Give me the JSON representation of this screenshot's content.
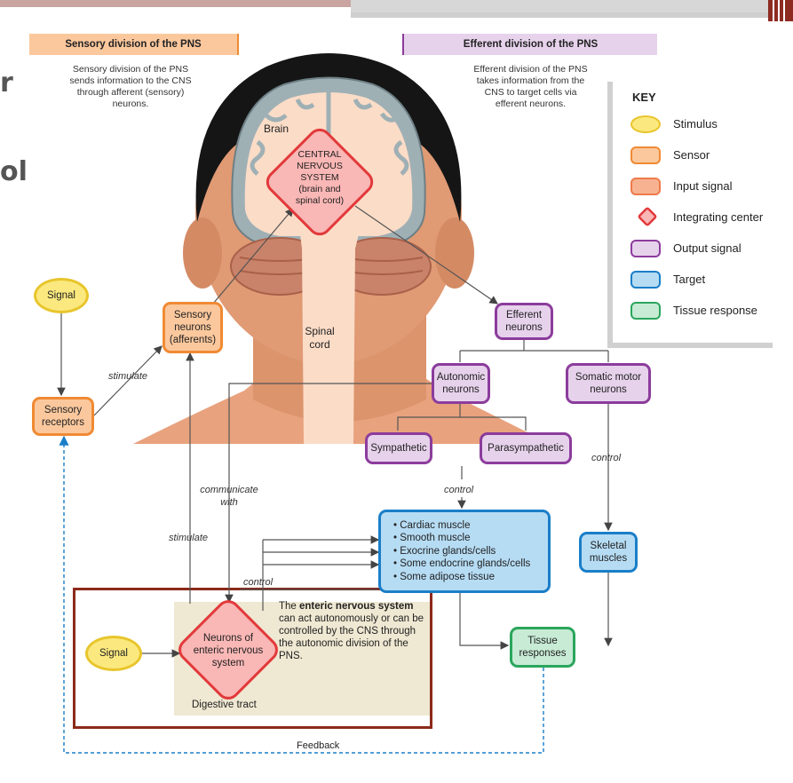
{
  "sensory_header": {
    "title": "Sensory division of the PNS",
    "desc": [
      "Sensory division of the PNS",
      "sends information to the CNS",
      "through afferent (sensory)",
      "neurons."
    ]
  },
  "efferent_header": {
    "title": "Efferent division of the PNS",
    "desc": [
      "Efferent division of the PNS",
      "takes information from the",
      "CNS to target cells via",
      "efferent neurons."
    ]
  },
  "side_text": [
    "r",
    "ol"
  ],
  "brain_label": "Brain",
  "spinal_cord_label": [
    "Spinal",
    "cord"
  ],
  "cns": [
    "CENTRAL",
    "NERVOUS",
    "SYSTEM",
    "(brain and",
    "spinal cord)"
  ],
  "nodes": {
    "signal_top": "Signal",
    "sensory_receptors": [
      "Sensory",
      "receptors"
    ],
    "sensory_neurons": [
      "Sensory",
      "neurons",
      "(afferents)"
    ],
    "efferent_neurons": [
      "Efferent",
      "neurons"
    ],
    "autonomic_neurons": [
      "Autonomic",
      "neurons"
    ],
    "somatic_motor_neurons": [
      "Somatic motor",
      "neurons"
    ],
    "sympathetic": "Sympathetic",
    "parasympathetic": "Parasympathetic",
    "targets": [
      "• Cardiac muscle",
      "• Smooth muscle",
      "• Exocrine glands/cells",
      "• Some endocrine glands/cells",
      "• Some adipose tissue"
    ],
    "skeletal_muscles": [
      "Skeletal",
      "muscles"
    ],
    "tissue_responses": [
      "Tissue",
      "responses"
    ],
    "signal_bottom": "Signal",
    "enteric_neurons": [
      "Neurons of",
      "enteric nervous",
      "system"
    ]
  },
  "edge_labels": {
    "stimulate_1": "stimulate",
    "stimulate_2": "stimulate",
    "communicate": [
      "communicate",
      "with"
    ],
    "control_center": "control",
    "control_right": "control",
    "control_enteric": "control",
    "feedback": "Feedback"
  },
  "enteric_text": {
    "pre": "The ",
    "bold": "enteric nervous system",
    "rest": " can act autonomously or can be controlled by the CNS through the autonomic division of the PNS."
  },
  "digestive_tract": "Digestive tract",
  "key": {
    "title": "KEY",
    "items": [
      "Stimulus",
      "Sensor",
      "Input signal",
      "Integrating center",
      "Output signal",
      "Target",
      "Tissue response"
    ]
  },
  "colors": {
    "orange_fill": "#fbc89d",
    "orange_border": "#f08a33",
    "yellow_fill": "#fbe97f",
    "yellow_border": "#e8c52c",
    "purple_fill": "#e7d2ec",
    "purple_border": "#8c3c9c",
    "blue_fill": "#b6dcf4",
    "blue_border": "#1a7ec8",
    "green_fill": "#c7ebd5",
    "green_border": "#2aa65c",
    "red_fill": "#f9b7b5",
    "red_border": "#e2393b",
    "frame": "#8b2a1a"
  }
}
